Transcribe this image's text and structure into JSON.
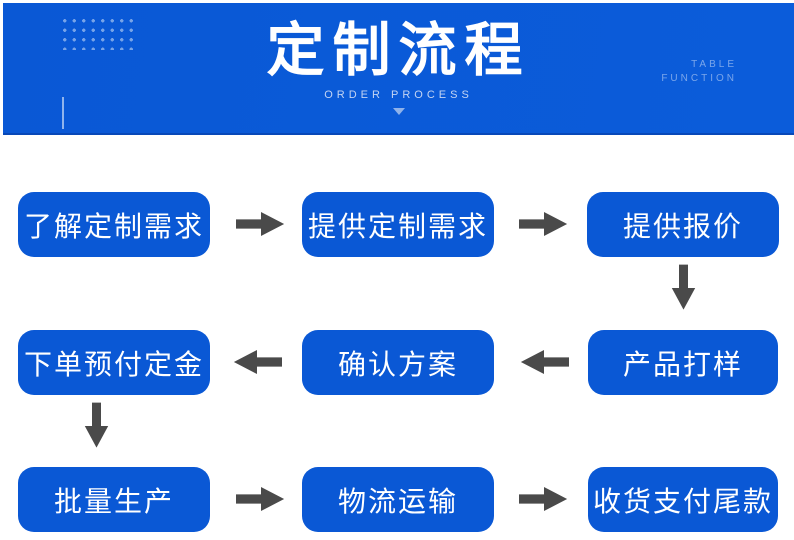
{
  "colors": {
    "accent": "#0a58d5",
    "accent-dark": "#0848b8",
    "arrow": "#4a4a4a"
  },
  "header": {
    "title": "定制流程",
    "subtitle": "ORDER PROCESS",
    "corner_label": {
      "line1": "TABLE",
      "line2": "FUNCTION"
    }
  },
  "flow": {
    "steps": [
      {
        "label": "了解定制需求"
      },
      {
        "label": "提供定制需求"
      },
      {
        "label": "提供报价"
      },
      {
        "label": "产品打样"
      },
      {
        "label": "确认方案"
      },
      {
        "label": "下单预付定金"
      },
      {
        "label": "批量生产"
      },
      {
        "label": "物流运输"
      },
      {
        "label": "收货支付尾款"
      }
    ]
  }
}
